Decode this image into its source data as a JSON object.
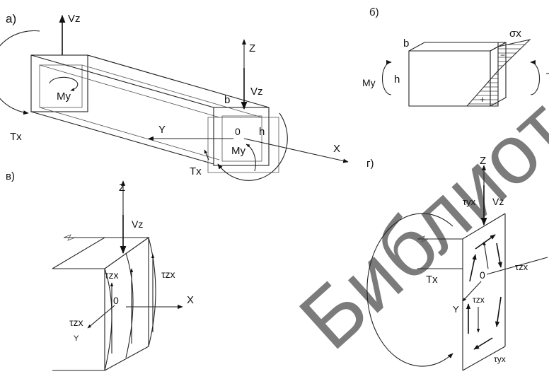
{
  "panels": {
    "a": {
      "label": "а)",
      "Vz_left": "Vz",
      "My_left": "My",
      "Tx_left": "Tx",
      "Z": "Z",
      "b": "b",
      "Vz_right": "Vz",
      "Y": "Y",
      "zero": "0",
      "h": "h",
      "My_right": "My",
      "X": "X",
      "Tx_right": "Tx"
    },
    "b": {
      "label": "б)",
      "b": "b",
      "sigma": "σx",
      "My": "My",
      "h": "h",
      "minus": "−",
      "plus": "+"
    },
    "v": {
      "label": "в)",
      "Z": "Z",
      "Vz": "Vz",
      "tau_top": "τzx",
      "tau_right": "τzx",
      "zero": "0",
      "X": "X",
      "tau_left": "τzx",
      "Y": "Y"
    },
    "g": {
      "label": "г)",
      "Z": "Z",
      "tau_yx_top": "τyx",
      "Vz": "Vz",
      "Tx": "Tx",
      "tau_zx_right": "τzx",
      "zero": "0",
      "Y": "Y",
      "tau_zx_bottom": "τzx",
      "tau_yx_bottom": "τyx"
    }
  },
  "watermark": "Библиотека"
}
